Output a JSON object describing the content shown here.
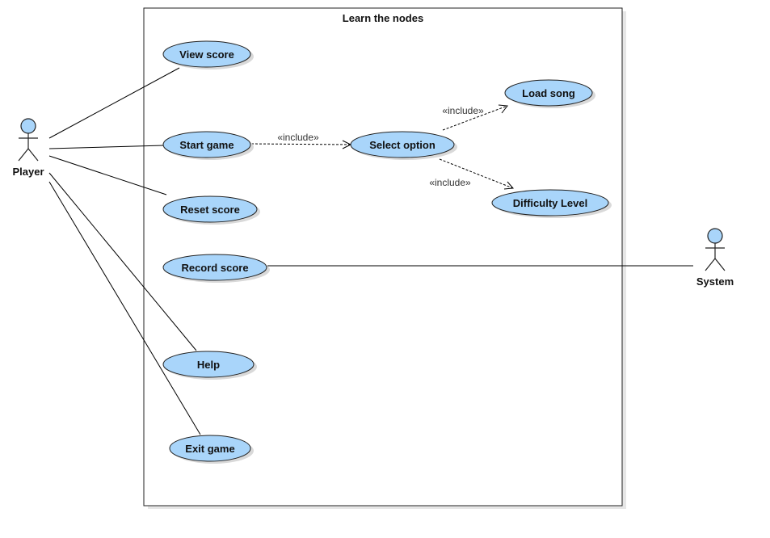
{
  "system": {
    "title": "Learn the nodes"
  },
  "actors": {
    "player": "Player",
    "system": "System"
  },
  "use_cases": {
    "view_score": "View score",
    "start_game": "Start game",
    "reset_score": "Reset score",
    "record_score": "Record score",
    "help": "Help",
    "exit_game": "Exit game",
    "select_option": "Select option",
    "load_song": "Load song",
    "difficulty_level": "Difficulty Level"
  },
  "relations": {
    "include_start_select": "«include»",
    "include_select_load": "«include»",
    "include_select_difficulty": "«include»"
  },
  "colors": {
    "use_case_fill": "#a9d5fa",
    "line": "#000000"
  }
}
